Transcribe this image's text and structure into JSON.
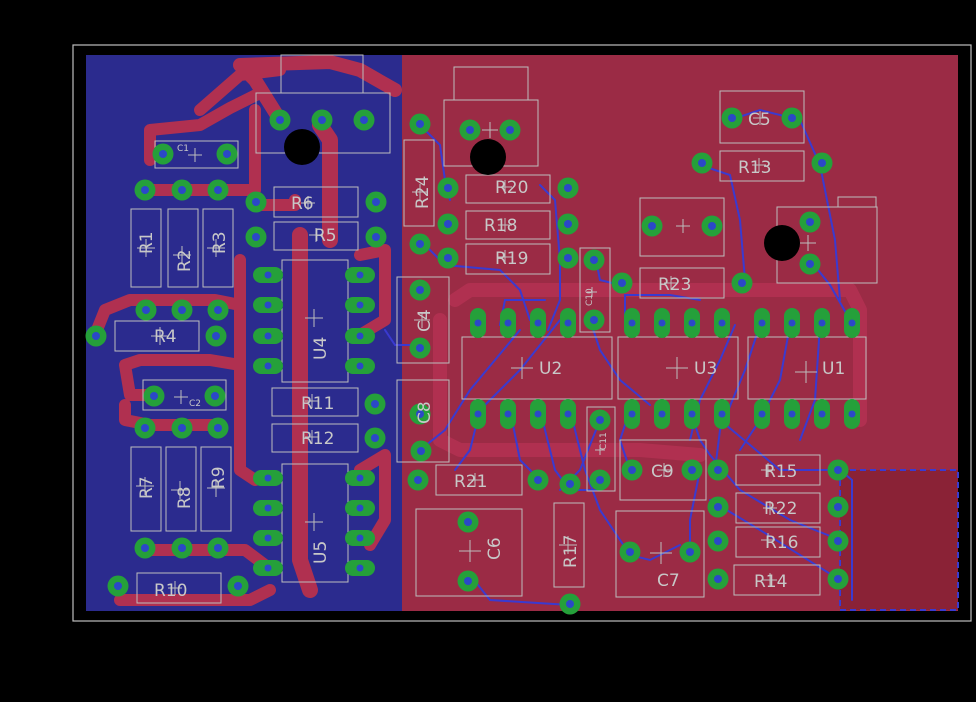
{
  "colors": {
    "background": "#000000",
    "outline": "#bfbfbf",
    "bottom_copper": "#2b2b8e",
    "top_copper": "#9b2b45",
    "top_trace": "#b03050",
    "bottom_trace": "#3a3ad0",
    "pad": "#25a03a",
    "via": "#2b48c8",
    "silkscreen": "#bdbdbd"
  },
  "labels": {
    "C1": "C1",
    "C2": "C2",
    "C4": "C4",
    "C5": "C5",
    "C6": "C6",
    "C7": "C7",
    "C8": "C8",
    "C9": "C9",
    "C10": "C10",
    "C11": "C11",
    "R1": "R1",
    "R2": "R2",
    "R3": "R3",
    "R4": "R4",
    "R5": "R5",
    "R6": "R6",
    "R7": "R7",
    "R8": "R8",
    "R9": "R9",
    "R10": "R10",
    "R11": "R11",
    "R12": "R12",
    "R13": "R13",
    "R14": "R14",
    "R15": "R15",
    "R16": "R16",
    "R17": "R17",
    "R18": "R18",
    "R19": "R19",
    "R20": "R20",
    "R21": "R21",
    "R22": "R22",
    "R23": "R23",
    "R24": "R24",
    "U1": "U1",
    "U2": "U2",
    "U3": "U3",
    "U4": "U4",
    "U5": "U5"
  }
}
